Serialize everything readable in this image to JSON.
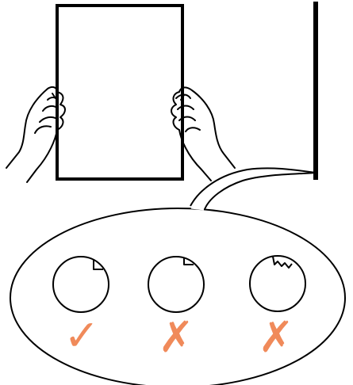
{
  "colors": {
    "stroke": "#000000",
    "background": "#ffffff",
    "mark": "#f08a5a"
  },
  "callout": {
    "examples": [
      {
        "edge": "clean-corner-flap",
        "result": "correct",
        "symbol": "✓"
      },
      {
        "edge": "small-corner-flap",
        "result": "incorrect",
        "symbol": "✗"
      },
      {
        "edge": "torn-jagged-edge",
        "result": "incorrect",
        "symbol": "✗"
      }
    ]
  }
}
